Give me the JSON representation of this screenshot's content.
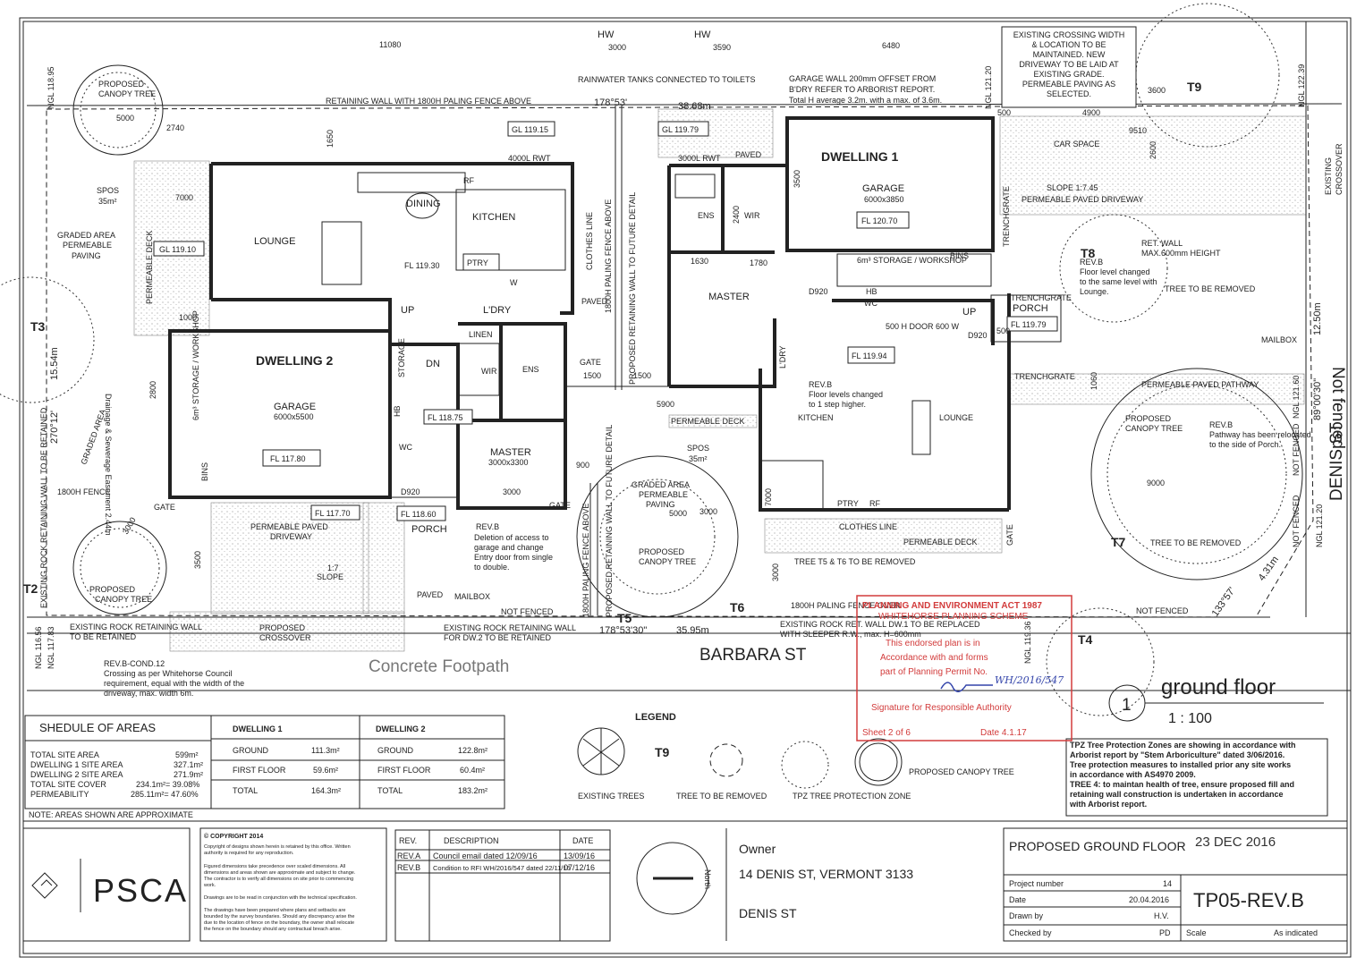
{
  "streets": {
    "barbara": "BARBARA ST",
    "denis": "DENIS ST",
    "footpath": "Concrete  Footpath"
  },
  "dims": {
    "top_left": "11080",
    "top_hw1": "3000",
    "top_hw2": "3590",
    "top_right": "6480",
    "bearing_top": "178°53'",
    "len_top": "38.68m",
    "bearing_bottom": "178°53'30\"",
    "len_bottom": "35.95m",
    "left_bearing": "270°12'",
    "left_len": "15.54m",
    "right_bearing": "89°00'30\"",
    "right_len": "12.50m",
    "corner_bearing": "133°57'",
    "corner_len": "4.31m",
    "d3600": "3600",
    "d9510": "9510",
    "d4900": "4900",
    "d500": "500",
    "d5000": "5000",
    "d2740": "2740",
    "d1650": "1650",
    "d7000": "7000",
    "d1000": "1000",
    "d2800": "2800",
    "d3500": "3500",
    "d3000": "3000",
    "d900": "900",
    "d1500a": "1500",
    "d1500b": "1500",
    "d5900": "5900",
    "d1630": "1630",
    "d1780": "1780",
    "d2400": "2400",
    "d9000": "9000",
    "d2600": "2600",
    "d1060": "1060"
  },
  "ngl": {
    "n1": "NGL 118.95",
    "n2": "NGL 121.20",
    "n3": "NGL 122.39",
    "n4": "NGL 121.60",
    "n5": "NGL 121.20",
    "n6": "NGL 116.56",
    "n7": "NGL 117.83",
    "n8": "NGL 119.36"
  },
  "notes": {
    "retaining_top": "RETAINING WALL WITH 1800H PALING FENCE ABOVE",
    "rain_tanks": "RAINWATER TANKS CONNECTED TO TOILETS",
    "hw1": "HW",
    "hw2": "HW",
    "garage_wall": [
      "GARAGE WALL 200mm OFFSET FROM",
      "B'DRY REFER TO ARBORIST REPORT.",
      "Total H average 3.2m. with a max. of 3.6m."
    ],
    "crossing": [
      "EXISTING CROSSING WIDTH",
      "& LOCATION TO BE",
      "MAINTAINED. NEW",
      "DRIVEWAY TO BE LAID AT",
      "EXISTING GRADE.",
      "PERMEABLE PAVING AS",
      "SELECTED."
    ],
    "existing_crossover": [
      "EXISTING",
      "CROSSOVER"
    ],
    "not_fenced_right": "Not fenced",
    "car_space": "CAR SPACE",
    "slope_dw1": "SLOPE 1:7.45",
    "perm_driveway_dw1": "PERMEABLE PAVED DRIVEWAY",
    "trenchgrate1": "TRENCHGRATE",
    "trenchgrate2": "TRENCHGRATE",
    "trenchgrate3": "TRENCHGRATE",
    "ret_wall": [
      "RET. WALL",
      "MAX.600mm HEIGHT"
    ],
    "t8_note": [
      "REV.B",
      "Floor level changed",
      "to the same level with",
      "Lounge."
    ],
    "tree_remove1": "TREE TO BE REMOVED",
    "mailbox_dw1": "MAILBOX",
    "perm_pathway": "PERMEABLE PAVED PATHWAY",
    "canopy_tree_r": [
      "PROPOSED",
      "CANOPY TREE"
    ],
    "path_note": [
      "REV.B",
      "Pathway has been relocated",
      "to the side of Porch."
    ],
    "not_fenced_r1": "NOT FENCED",
    "not_fenced_r2": "NOT FENCED",
    "not_fenced_b1": "NOT FENCED",
    "not_fenced_b2": "NOT FENCED",
    "tree_remove2": "TREE TO BE REMOVED",
    "canopy_tl": [
      "PROPOSED",
      "CANOPY TREE"
    ],
    "spos_left": [
      "SPOS",
      "35m²"
    ],
    "graded_left": [
      "GRADED AREA",
      "PERMEABLE",
      "PAVING"
    ],
    "perm_deck_left": "PERMEABLE DECK",
    "drainage": "Drainage & Sewerage Easement 2.44m",
    "graded_area": "GRADED AREA",
    "retaining_left": "EXISTING ROCK RETAINING WALL TO BE RETAINED",
    "fence_1800": "1800H FENCE",
    "gate1": "GATE",
    "gate2": "GATE",
    "gate3": "GATE",
    "gate4": "GATE",
    "canopy_bl": [
      "PROPOSED",
      "CANOPY TREE"
    ],
    "perm_drive_dw2": [
      "PERMEABLE PAVED",
      "DRIVEWAY"
    ],
    "slope_dw2": [
      "1:7",
      "SLOPE"
    ],
    "rock_wall_bl": [
      "EXISTING ROCK RETAINING WALL",
      "TO BE RETAINED"
    ],
    "crossover_prop": [
      "PROPOSED",
      "CROSSOVER"
    ],
    "rock_wall_dw2": [
      "EXISTING ROCK RETAINING WALL",
      "FOR DW.2 TO BE RETAINED"
    ],
    "rock_wall_dw1": [
      "EXISTING ROCK RET. WALL DW.1 TO BE REPLACED",
      "WITH SLEEPER R.W., max. H=600mm"
    ],
    "cond12": [
      "REV.B-COND.12",
      "Crossing as per Whitehorse Council",
      "requirement, equal with the width of the",
      "driveway, max. width 6m."
    ],
    "rev_b_dw2": [
      "REV.B",
      "Deletion of access to",
      "garage and change",
      "Entry door from single",
      "to double."
    ],
    "paved_dw2": "PAVED",
    "mailbox_dw2": "MAILBOX",
    "paling_centre": "1800H PALING FENCE ABOVE",
    "prop_retaining": "PROPOSED RETAINING WALL TO FUTURE DETAIL",
    "paling_centre2": "1800H PALING FENCE ABOVE",
    "prop_retaining2": "PROPOSED RETAINING WALL TO FUTURE DETAIL",
    "graded_centre": [
      "GRADED AREA",
      "PERMEABLE",
      "PAVING"
    ],
    "canopy_centre": [
      "PROPOSED",
      "CANOPY TREE"
    ],
    "spos_centre": [
      "SPOS",
      "35m²"
    ],
    "perm_deck_c": "PERMEABLE DECK",
    "perm_deck_r": "PERMEABLE DECK",
    "clothes_line": "CLOTHES LINE",
    "clothes_line2": "CLOTHES LINE",
    "tree_t5t6": "TREE T5 & T6 TO BE REMOVED",
    "paling_bottom": "1800H PALING FENCE OVER",
    "paved_top": "PAVED",
    "paved_dw1": "PAVED",
    "hb": "HB",
    "rev_b_dw1": [
      "REV.B",
      "Floor levels changed",
      "to 1 step higher."
    ],
    "door_500": "500 H DOOR 600 W",
    "t_gl": "GL 119.15",
    "t_gl2": "GL 119.79",
    "t_gl3": "GL 119.10"
  },
  "trees": {
    "t2": "T2",
    "t3": "T3",
    "t4": "T4",
    "t5": "T5",
    "t6": "T6",
    "t7": "T7",
    "t8": "T8",
    "t9": "T9"
  },
  "dwelling1": {
    "title": "DWELLING 1",
    "garage": "GARAGE",
    "garage_size": "6000x3850",
    "fl_garage": "FL 120.70",
    "storage": "6m³ STORAGE / WORKSHOP",
    "bins": "BINS",
    "ens": "ENS",
    "wir": "WIR",
    "master": "MASTER",
    "ldry": "L'DRY",
    "wc": "WC",
    "up": "UP",
    "porch": "PORCH",
    "fl_porch": "FL 119.79",
    "fl_main": "FL 119.94",
    "kitchen": "KITCHEN",
    "lounge": "LOUNGE",
    "ptry": "PTRY",
    "rf": "RF",
    "rwt": "3000L RWT",
    "d920a": "D920",
    "d920b": "D920"
  },
  "dwelling2": {
    "title": "DWELLING 2",
    "garage": "GARAGE",
    "garage_size": "6000x5500",
    "fl_garage": "FL 117.80",
    "storage": "6m³ STORAGE / WORKSHOP",
    "bins": "BINS",
    "lounge": "LOUNGE",
    "dining": "DINING",
    "kitchen": "KITCHEN",
    "rf": "RF",
    "ptry": "PTRY",
    "w": "W",
    "ldry": "L'DRY",
    "linen": "LINEN",
    "wir": "WIR",
    "ens": "ENS",
    "master": "MASTER",
    "master_size": "3000x3300",
    "storage2": "STORAGE",
    "up": "UP",
    "dn": "DN",
    "wc": "WC",
    "hb": "HB",
    "porch": "PORCH",
    "fl_main": "FL 119.30",
    "fl_mid": "FL 118.75",
    "fl_porch": "FL 118.60",
    "fl_drive": "FL 117.70",
    "rwt": "4000L RWT",
    "d920": "D920"
  },
  "legend": {
    "title": "LEGEND",
    "t9": "T9",
    "existing": "EXISTING TREES",
    "remove": "TREE TO BE REMOVED",
    "tpz": "TPZ TREE PROTECTION ZONE",
    "canopy": "PROPOSED CANOPY TREE"
  },
  "areas": {
    "title": "SHEDULE OF AREAS",
    "rows": [
      {
        "label": "TOTAL SITE AREA",
        "value": "599m²"
      },
      {
        "label": "DWELLING 1 SITE AREA",
        "value": "327.1m²"
      },
      {
        "label": "DWELLING 2 SITE AREA",
        "value": "271.9m²"
      },
      {
        "label": "TOTAL SITE COVER",
        "value": "234.1m²= 39.08%"
      },
      {
        "label": "PERMEABILITY",
        "value": "285.11m²= 47.60%"
      }
    ],
    "dw1": {
      "title": "DWELLING 1",
      "rows": [
        [
          "GROUND",
          "111.3m²"
        ],
        [
          "FIRST FLOOR",
          "59.6m²"
        ],
        [
          "TOTAL",
          "164.3m²"
        ]
      ]
    },
    "dw2": {
      "title": "DWELLING 2",
      "rows": [
        [
          "GROUND",
          "122.8m²"
        ],
        [
          "FIRST FLOOR",
          "60.4m²"
        ],
        [
          "TOTAL",
          "183.2m²"
        ]
      ]
    },
    "note": "NOTE: AREAS SHOWN ARE APPROXIMATE"
  },
  "view": {
    "number": "1",
    "title": "ground floor",
    "scale": "1 : 100"
  },
  "tpz_note": [
    "TPZ Tree Protection Zones are showing in accordance with",
    "Arborist report by  \"Stem Arboriculture\" dated 3/06/2016.",
    "Tree protection measures to installed prior any site works",
    "in accordance with AS4970 2009.",
    "TREE 4: to maintan health of tree, ensure proposed fill and",
    "retaining wall construction is undertaken in accordance",
    "with Arborist report."
  ],
  "stamp": {
    "l1": "PLANNING AND ENVIRONMENT ACT 1987",
    "l2": "WHITEHORSE PLANNING SCHEME",
    "l3": "This endorsed plan is in",
    "l4": "Accordance with and forms",
    "l5": "part of Planning Permit No.",
    "permit": "WH/2016/547",
    "l6": "Signature for Responsible Authority",
    "sheet": "Sheet 2 of 6",
    "date": "Date 4.1.17"
  },
  "titleblock": {
    "logo": "PSCA",
    "copyright_title": "© COPYRIGHT 2014",
    "copyright": [
      "Copyright of designs shown herein is retained by this office. Written",
      "authority is required for any reproduction.",
      "",
      "Figured dimensions take precedence over scaled dimensions. All",
      "dimensions and areas shown are approximate and subject to change.",
      "The contractor is to verify all dimensions on site prior to commencing",
      "work.",
      "",
      "Drawings are to be read in conjunction with the technical specification.",
      "",
      "The drawings have been prepared where plans and setbacks are",
      "bounded by the survey boundaries. Should any discrepancy arise the",
      "due to the location of fence on the boundary, the owner shall relocate",
      "the fence on the boundary should any contractual breach arise."
    ],
    "rev_head": [
      "REV.",
      "DESCRIPTION",
      "DATE"
    ],
    "revs": [
      {
        "rev": "REV.A",
        "desc": "Council email dated 12/09/16",
        "date": "13/09/16"
      },
      {
        "rev": "REV.B",
        "desc": "Condition to RFI WH/2016/547 dated 22/11/16",
        "date": "07/12/16"
      }
    ],
    "north": "North",
    "owner_label": "Owner",
    "address": "14 DENIS ST, VERMONT 3133",
    "street": "DENIS ST",
    "drawing_title": "PROPOSED GROUND FLOOR",
    "stamp_date": "23 DEC 2016",
    "project_label": "Project number",
    "project": "14",
    "date_label": "Date",
    "date": "20.04.2016",
    "drawn_label": "Drawn by",
    "drawn": "H.V.",
    "checked_label": "Checked by",
    "checked": "PD",
    "sheet_no": "TP05-REV.B",
    "scale_label": "Scale",
    "scale": "As indicated"
  }
}
